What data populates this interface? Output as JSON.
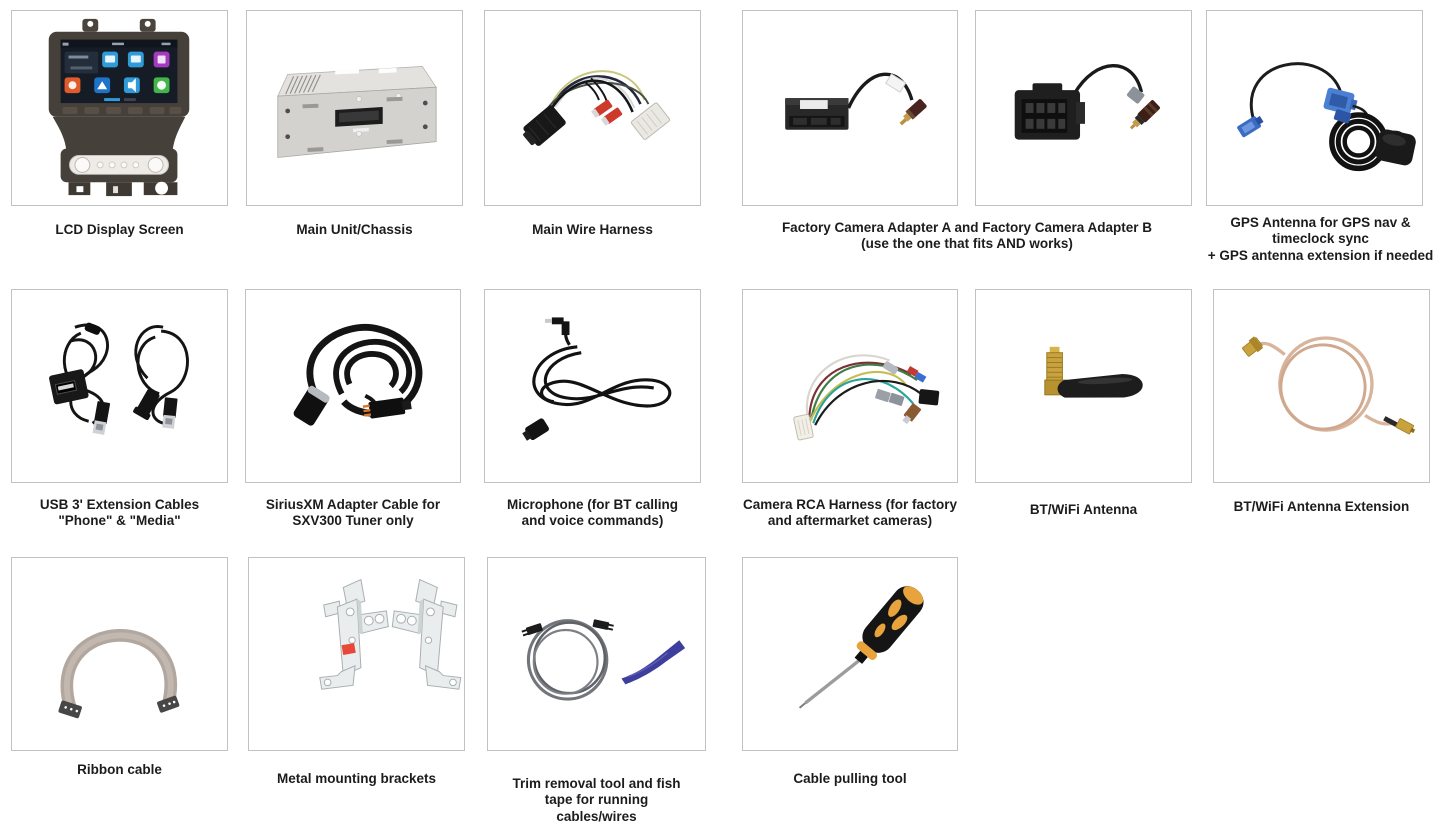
{
  "page": {
    "background": "#ffffff",
    "box_border_color": "#c2c2c2",
    "label_color": "#1c1c1c"
  },
  "rows": [
    {
      "items": [
        {
          "id": "lcd-display-screen",
          "label": [
            "LCD Display Screen"
          ]
        },
        {
          "id": "main-unit-chassis",
          "label": [
            "Main Unit/Chassis"
          ]
        },
        {
          "id": "main-wire-harness",
          "label": [
            "Main Wire Harness"
          ]
        },
        {
          "id": "factory-camera-adapter-a",
          "label": []
        },
        {
          "id": "factory-camera-adapter-b",
          "label": []
        },
        {
          "id": "gps-antenna",
          "label": [
            "GPS Antenna for GPS nav &",
            "timeclock sync",
            "+ GPS antenna extension if needed"
          ]
        }
      ],
      "shared_label": [
        "Factory Camera Adapter A and Factory Camera Adapter B",
        "(use the one that fits AND works)"
      ]
    },
    {
      "items": [
        {
          "id": "usb-extension-cables",
          "label": [
            "USB 3' Extension Cables",
            "\"Phone\" & \"Media\""
          ]
        },
        {
          "id": "siriusxm-adapter-cable",
          "label": [
            "SiriusXM Adapter Cable for",
            "SXV300 Tuner only"
          ]
        },
        {
          "id": "microphone",
          "label": [
            "Microphone (for BT calling",
            "and voice commands)"
          ]
        },
        {
          "id": "camera-rca-harness",
          "label": [
            "Camera RCA Harness (for factory",
            "and aftermarket cameras)"
          ]
        },
        {
          "id": "bt-wifi-antenna",
          "label": [
            "BT/WiFi Antenna"
          ]
        },
        {
          "id": "bt-wifi-antenna-extension",
          "label": [
            "BT/WiFi Antenna Extension"
          ]
        }
      ]
    },
    {
      "items": [
        {
          "id": "ribbon-cable",
          "label": [
            "Ribbon cable"
          ]
        },
        {
          "id": "metal-mounting-brackets",
          "label": [
            "Metal mounting brackets"
          ]
        },
        {
          "id": "trim-removal-tool-fish-tape",
          "label": [
            "Trim removal tool and fish",
            "tape for running",
            "cables/wires"
          ]
        },
        {
          "id": "cable-pulling-tool",
          "label": [
            "Cable pulling tool"
          ]
        }
      ]
    }
  ]
}
